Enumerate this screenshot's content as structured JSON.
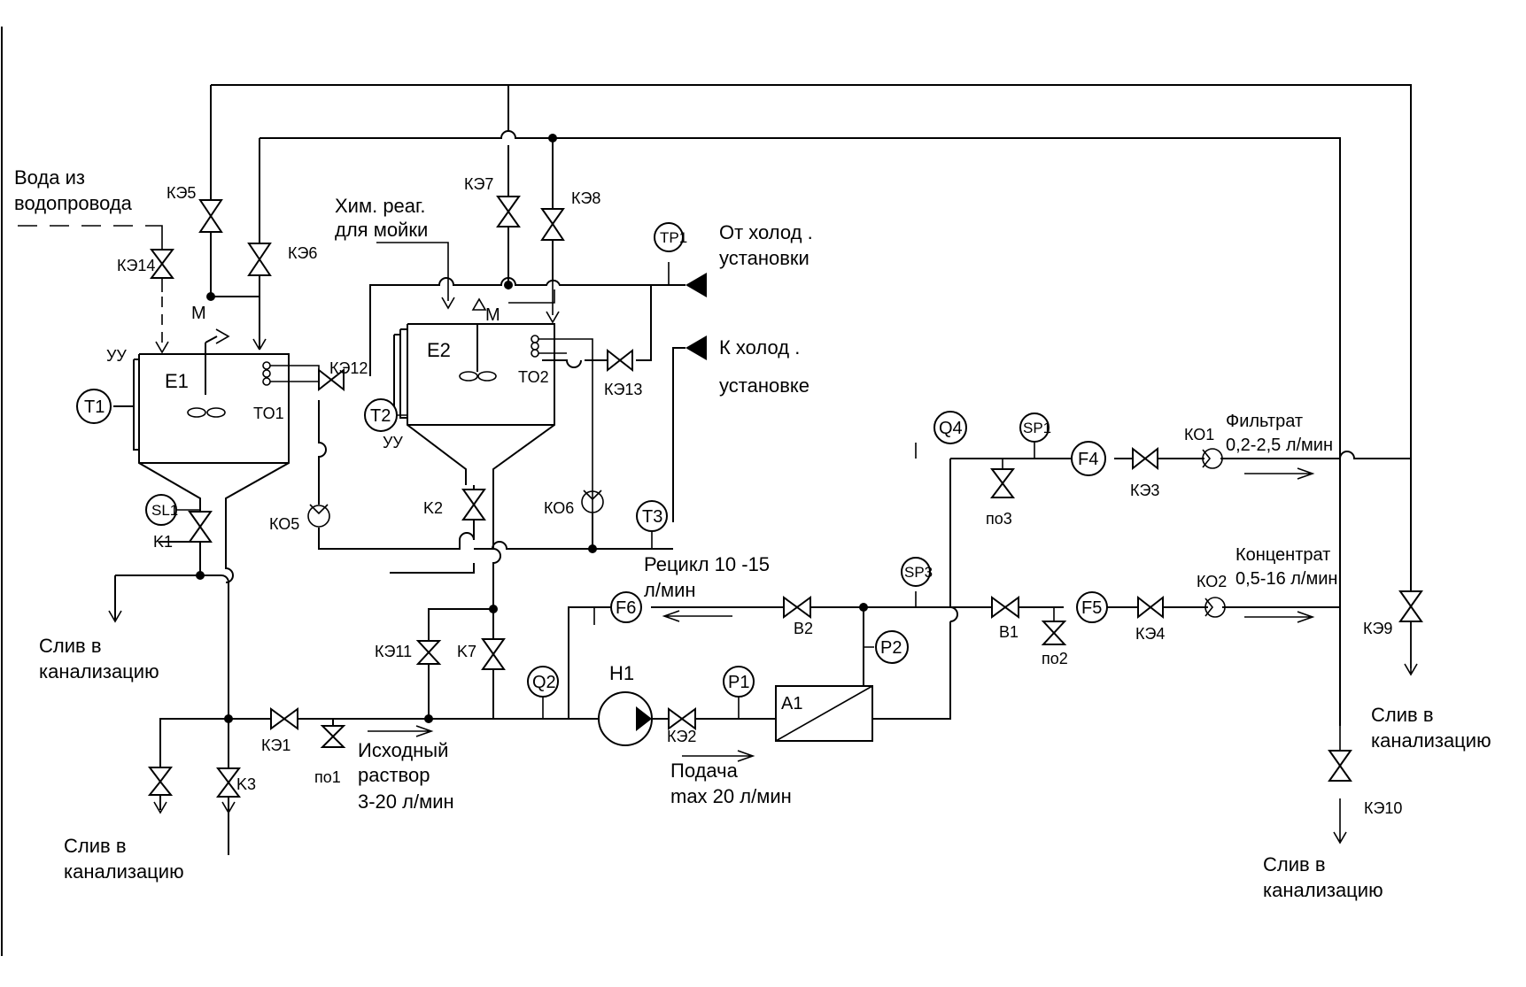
{
  "texts": {
    "water_from_main_1": "Вода из",
    "water_from_main_2": "водопровода",
    "chem_reag_1": "Хим. реаг.",
    "chem_reag_2": "для мойки",
    "from_chiller_1": "От холод .",
    "from_chiller_2": "установки",
    "to_chiller_1": "К холод .",
    "to_chiller_2": "установке",
    "drain_1a": "Слив в",
    "drain_1b": "канализацию",
    "drain_2a": "Слив в",
    "drain_2b": "канализацию",
    "drain_3a": "Слив в",
    "drain_3b": "канализацию",
    "drain_4a": "Слив в",
    "drain_4b": "канализацию",
    "filtrate_1": "Фильтрат",
    "filtrate_2": "0,2-2,5 л/мин",
    "concentrate_1": "Концентрат",
    "concentrate_2": "0,5-16 л/мин",
    "recycle_1": "Рецикл  10 -15",
    "recycle_2": "л/мин",
    "source_1": "Исходный",
    "source_2": "раствор",
    "source_3": "3-20  л/мин",
    "feed_1": "Подача",
    "feed_2": "max 20  л/мин"
  },
  "tags": {
    "E1": "E1",
    "E2": "E2",
    "TO1": "TO1",
    "TO2": "TO2",
    "UU1": "УУ",
    "UU2": "УУ",
    "M1": "M",
    "M2": "M",
    "KE5": "КЭ5",
    "KE6": "КЭ6",
    "KE7": "КЭ7",
    "KE8": "КЭ8",
    "KE14": "КЭ14",
    "KE12": "КЭ12",
    "KE13": "КЭ13",
    "K1": "K1",
    "K2": "K2",
    "KO5": "КО5",
    "KO6": "КО6",
    "KE11": "КЭ11",
    "K7": "K7",
    "KE1": "КЭ1",
    "K3": "K3",
    "po1": "по1",
    "KE2": "КЭ2",
    "H1": "H1",
    "A1": "A1",
    "B2": "B2",
    "B1": "B1",
    "po2": "по2",
    "KE4": "КЭ4",
    "KO2": "КО2",
    "po3": "по3",
    "KE3": "КЭ3",
    "KO1": "КО1",
    "KE9": "КЭ9",
    "KE10": "КЭ10"
  },
  "instruments": {
    "T1": "T1",
    "T2": "T2",
    "T3": "T3",
    "TP1": "TP1",
    "SL1": "SL1",
    "Q2": "Q2",
    "P1": "P1",
    "P2": "P2",
    "SP3": "SP3",
    "Q4": "Q4",
    "SP1": "SP1",
    "F4": "F4",
    "F5": "F5",
    "F6": "F6"
  },
  "colors": {
    "line": "#000000",
    "background": "#ffffff"
  }
}
